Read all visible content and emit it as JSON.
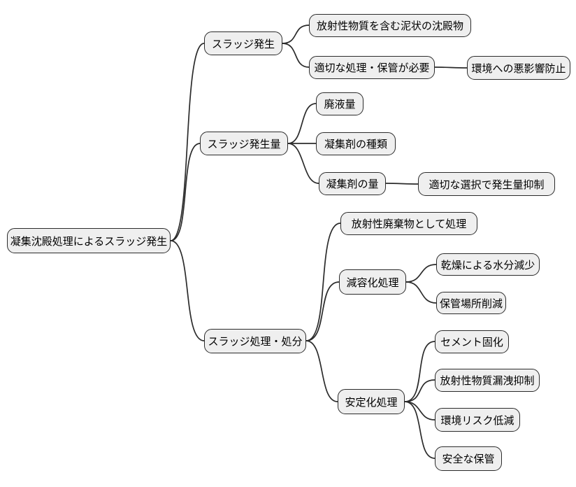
{
  "diagram": {
    "type": "mindmap",
    "orientation": "left-to-right",
    "colors": {
      "background": "#ffffff",
      "node_fill": "#efefef",
      "node_border": "#2b2b2b",
      "edge": "#2b2b2b",
      "text": "#000000"
    }
  },
  "nodes": {
    "root": {
      "label": "凝集沈殿処理によるスラッジ発生"
    },
    "sludge_generation": {
      "label": "スラッジ発生"
    },
    "sediment": {
      "label": "放射性物質を含む泥状の沈殿物"
    },
    "proper_handling": {
      "label": "適切な処理・保管が必要"
    },
    "env_protection": {
      "label": "環境への悪影響防止"
    },
    "sludge_amount": {
      "label": "スラッジ発生量"
    },
    "waste_liquid": {
      "label": "廃液量"
    },
    "coagulant_type": {
      "label": "凝集剤の種類"
    },
    "coagulant_amount": {
      "label": "凝集剤の量"
    },
    "selection_control": {
      "label": "適切な選択で発生量抑制"
    },
    "treatment_disposal": {
      "label": "スラッジ処理・処分"
    },
    "radioactive_waste": {
      "label": "放射性廃棄物として処理"
    },
    "volume_reduction": {
      "label": "減容化処理"
    },
    "drying": {
      "label": "乾燥による水分減少"
    },
    "storage_reduction": {
      "label": "保管場所削減"
    },
    "stabilization": {
      "label": "安定化処理"
    },
    "cement": {
      "label": "セメント固化"
    },
    "leakage_control": {
      "label": "放射性物質漏洩抑制"
    },
    "risk_reduction": {
      "label": "環境リスク低減"
    },
    "safe_storage": {
      "label": "安全な保管"
    }
  },
  "hierarchy": {
    "root": "凝集沈殿処理によるスラッジ発生",
    "children": [
      {
        "label": "スラッジ発生",
        "children": [
          {
            "label": "放射性物質を含む泥状の沈殿物"
          },
          {
            "label": "適切な処理・保管が必要",
            "children": [
              {
                "label": "環境への悪影響防止"
              }
            ]
          }
        ]
      },
      {
        "label": "スラッジ発生量",
        "children": [
          {
            "label": "廃液量"
          },
          {
            "label": "凝集剤の種類"
          },
          {
            "label": "凝集剤の量",
            "children": [
              {
                "label": "適切な選択で発生量抑制"
              }
            ]
          }
        ]
      },
      {
        "label": "スラッジ処理・処分",
        "children": [
          {
            "label": "放射性廃棄物として処理"
          },
          {
            "label": "減容化処理",
            "children": [
              {
                "label": "乾燥による水分減少"
              },
              {
                "label": "保管場所削減"
              }
            ]
          },
          {
            "label": "安定化処理",
            "children": [
              {
                "label": "セメント固化"
              },
              {
                "label": "放射性物質漏洩抑制"
              },
              {
                "label": "環境リスク低減"
              },
              {
                "label": "安全な保管"
              }
            ]
          }
        ]
      }
    ]
  }
}
